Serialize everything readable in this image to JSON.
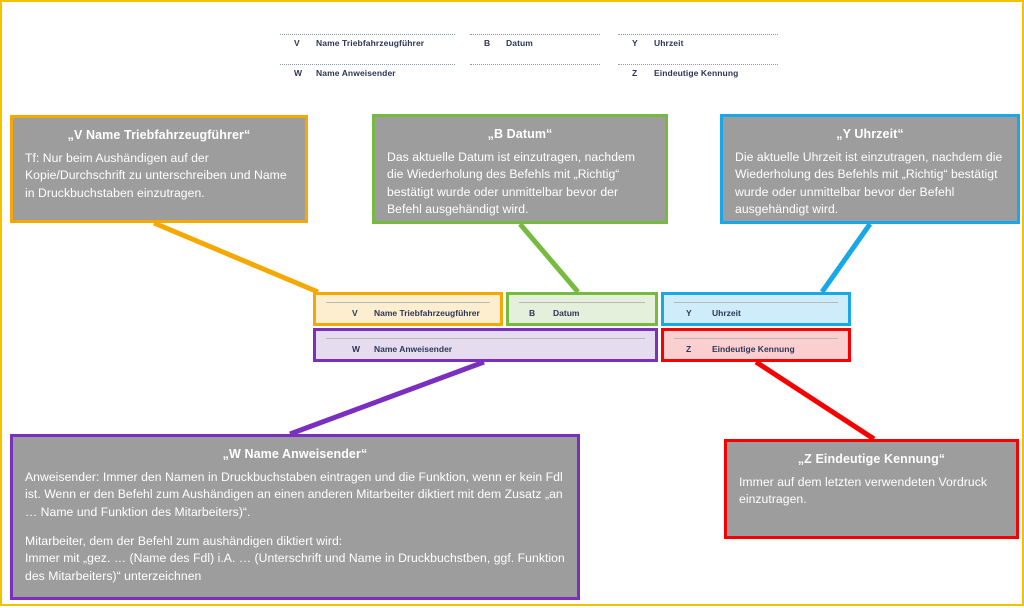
{
  "frame": {
    "border_color": "#f2c200"
  },
  "palette": {
    "callout_fill": "#9d9d9d",
    "v_accent": "#f5a800",
    "b_accent": "#76bb40",
    "y_accent": "#18a8e8",
    "w_accent": "#7b2fbe",
    "z_accent": "#f90000"
  },
  "form_header": {
    "columns": [
      {
        "rows": [
          {
            "code": "V",
            "label": "Name Triebfahrzeugführer"
          },
          {
            "code": "W",
            "label": "Name Anweisender"
          }
        ]
      },
      {
        "rows": [
          {
            "code": "B",
            "label": "Datum"
          },
          {
            "code": "",
            "label": ""
          }
        ]
      },
      {
        "rows": [
          {
            "code": "Y",
            "label": "Uhrzeit"
          },
          {
            "code": "Z",
            "label": "Eindeutige Kennung"
          }
        ]
      }
    ]
  },
  "form_fields": [
    {
      "code": "V",
      "label": "Name Triebfahrzeugführer"
    },
    {
      "code": "B",
      "label": "Datum"
    },
    {
      "code": "Y",
      "label": "Uhrzeit"
    },
    {
      "code": "W",
      "label": "Name Anweisender"
    },
    {
      "code": "Z",
      "label": "Eindeutige Kennung"
    }
  ],
  "callouts": {
    "v": {
      "title": "„V Name Triebfahrzeugführer“",
      "body": "Tf: Nur beim Aushändigen auf der Kopie/Durchschrift zu unterschreiben und Name in Druckbuchstaben einzutragen."
    },
    "b": {
      "title": "„B Datum“",
      "body": "Das aktuelle Datum ist einzutragen, nachdem die Wiederholung des Befehls mit „Richtig“ bestätigt wurde oder unmittelbar bevor der Befehl ausgehändigt wird."
    },
    "y": {
      "title": "„Y Uhrzeit“",
      "body": "Die aktuelle Uhrzeit ist einzutragen, nachdem die Wiederholung des Befehls mit „Richtig“ bestätigt wurde oder unmittelbar bevor der Befehl ausgehändigt wird."
    },
    "w": {
      "title": "„W Name Anweisender“",
      "body1": "Anweisender: Immer den Namen in Druckbuchstaben eintragen und die Funktion, wenn er kein Fdl ist. Wenn er den Befehl zum Aushändigen an einen anderen Mitarbeiter diktiert mit dem Zusatz „an … Name und Funktion des Mitarbeiters)“.",
      "body2": "Mitarbeiter, dem der Befehl zum aushändigen diktiert wird:",
      "body3": "Immer mit „gez. … (Name des Fdl) i.A. … (Unterschrift und Name in Druckbuchstben, ggf. Funktion des Mitarbeiters)“ unterzeichnen"
    },
    "z": {
      "title": "„Z Eindeutige Kennung“",
      "body": "Immer auf dem letzten verwendeten Vordruck einzutragen."
    }
  }
}
